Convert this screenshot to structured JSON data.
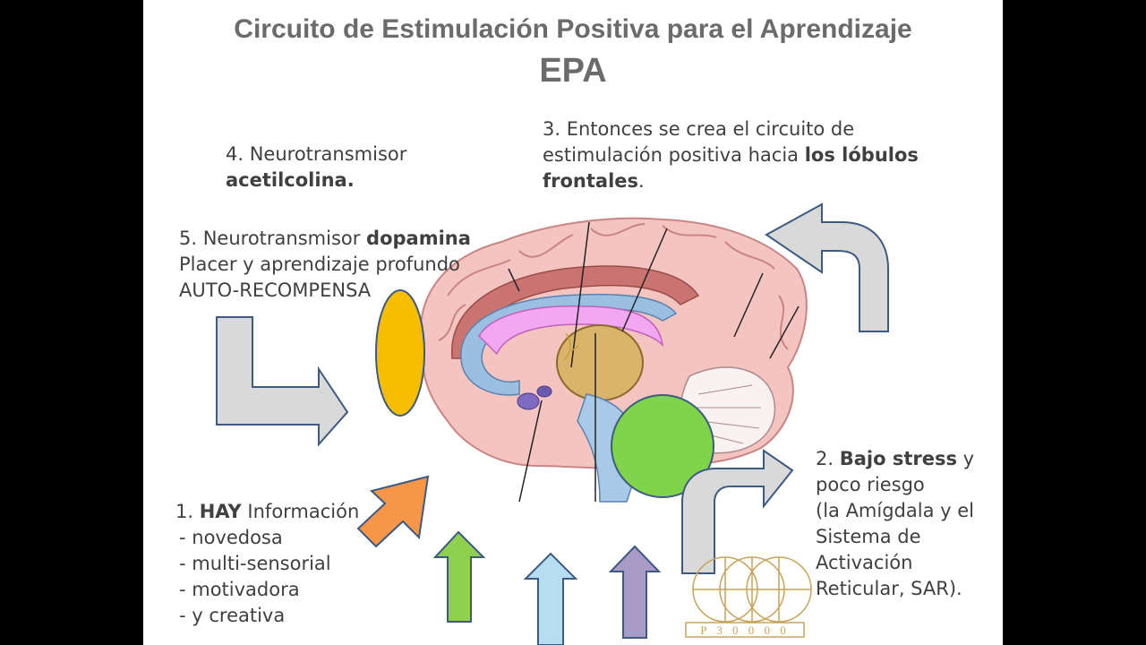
{
  "title": "Circuito de Estimulación Positiva para el Aprendizaje",
  "subtitle": "EPA",
  "labels": {
    "step1": {
      "num": "1. ",
      "bold": "HAY",
      "text": " Información",
      "items": [
        "- novedosa",
        "- multi-sensorial",
        "- motivadora",
        "- y creativa"
      ]
    },
    "step2": {
      "num": "2. ",
      "bold": "Bajo stress",
      "text": " y",
      "lines": [
        "poco riesgo",
        "(la Amígdala y el",
        "Sistema de",
        "Activación",
        "Reticular, SAR)."
      ]
    },
    "step3": {
      "line1": " 3. Entonces se crea el circuito de",
      "line2_pre": "estimulación positiva hacia ",
      "line2_bold": "los lóbulos",
      "line3_bold": "frontales",
      "line3_post": "."
    },
    "step4": {
      "line1": " 4. Neurotransmisor",
      "line2_bold": "acetilcolina."
    },
    "step5": {
      "pre": "5. Neurotransmisor ",
      "bold": "dopamina",
      "line2": "Placer y aprendizaje profundo",
      "line3": "AUTO-RECOMPENSA"
    }
  },
  "logo": {
    "text": "P 3 0 0 0 0"
  },
  "colors": {
    "orange_oval": "#f7bd00",
    "green_circle": "#7fd44a",
    "arrow_orange": "#f79646",
    "arrow_green": "#8fd14f",
    "arrow_blue": "#b7def0",
    "arrow_purple": "#a99bc8",
    "arrow_gray": "#d9d9d9",
    "arrow_outline": "#3c5a82",
    "logo_gold": "#c8a45a"
  }
}
